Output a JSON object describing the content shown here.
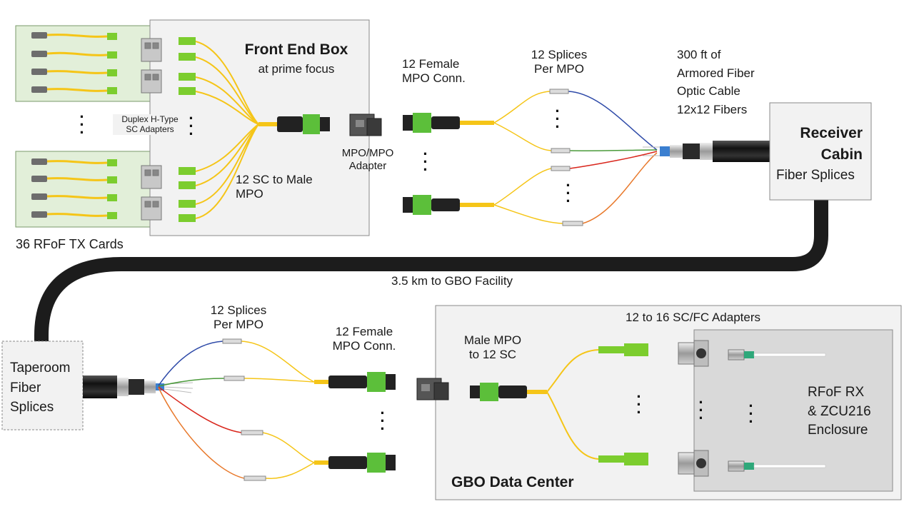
{
  "front_end_box": {
    "title": "Front End Box",
    "subtitle": "at prime focus"
  },
  "tx_cards_label": "36 RFoF TX Cards",
  "duplex_adapters_label": "Duplex H-Type\nSC Adapters",
  "sc_to_mpo_label": "12 SC to Male\nMPO",
  "mpo_adapter_label": "MPO/MPO\nAdapter",
  "female_mpo_label": "12 Female\nMPO Conn.",
  "splices_label": "12 Splices\nPer MPO",
  "armored_cable_label": "300 ft of\nArmored Fiber\nOptic Cable\n12x12 Fibers",
  "receiver_cabin": {
    "title": "Receiver\nCabin",
    "subtitle": "Fiber Splices"
  },
  "distance_label": "3.5 km to GBO Facility",
  "taperoom_label": "Taperoom\nFiber\nSplices",
  "lower_splices_label": "12 Splices\nPer MPO",
  "lower_female_mpo_label": "12 Female\nMPO Conn.",
  "male_mpo_label": "Male MPO\nto 12 SC",
  "sc_fc_adapters_label": "12 to 16 SC/FC Adapters",
  "rx_enclosure_label": "RFoF RX\n& ZCU216\nEnclosure",
  "data_center_label": "GBO Data Center",
  "colors": {
    "fiber_yellow": "#f5c518",
    "sc_green": "#7ccd2e",
    "mpo_green": "#5cbf3a",
    "card_green": "#e2efd9",
    "box_gray": "#f2f2f2",
    "cable_black": "#1c1c1c",
    "fiber_blue": "#2e4aa8",
    "fiber_green": "#4a9a3a",
    "fiber_red": "#d9261c",
    "fiber_orange": "#e8782a"
  }
}
